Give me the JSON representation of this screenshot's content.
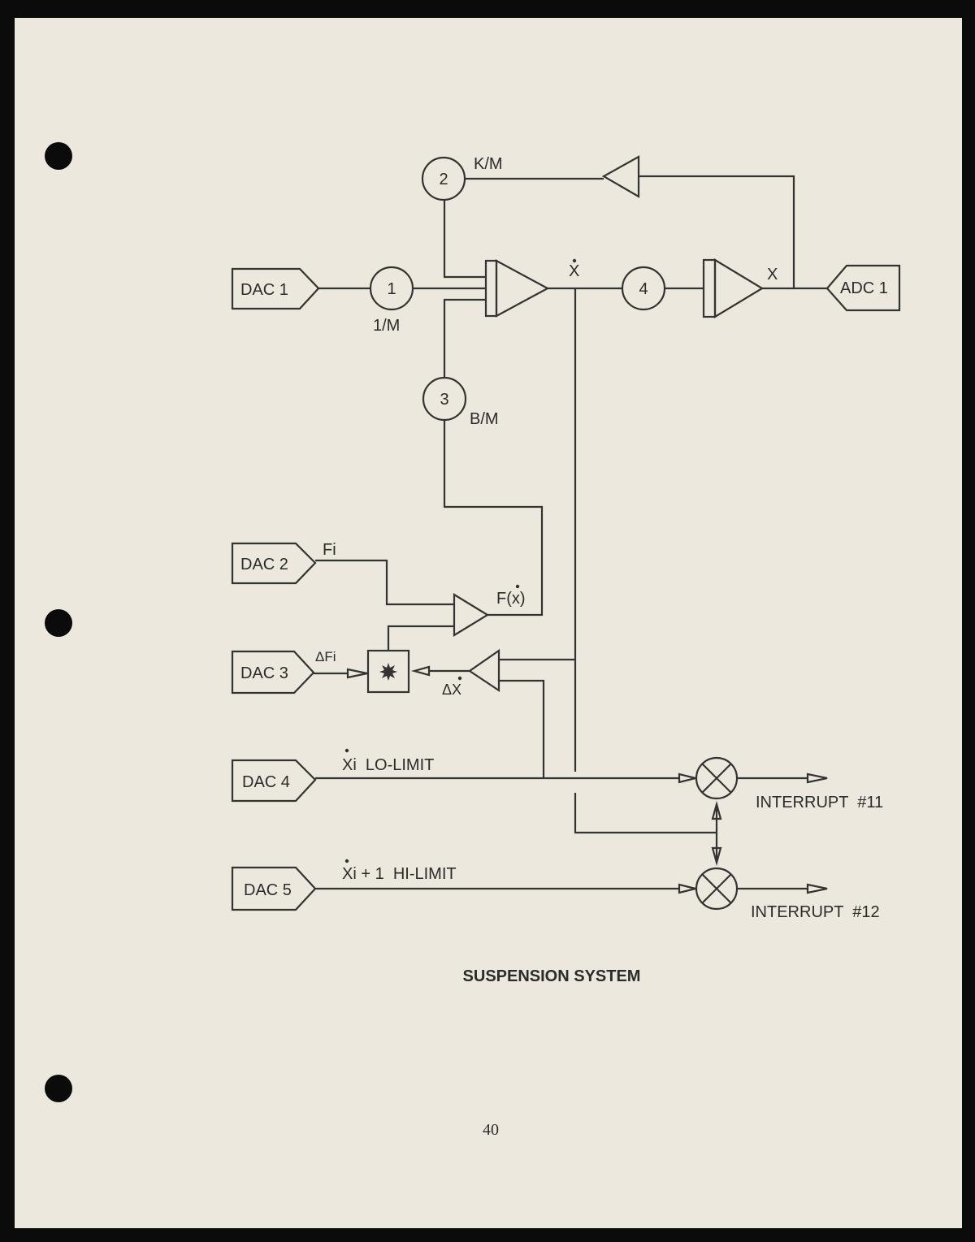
{
  "sources": {
    "dac1": "DAC 1",
    "dac2": "DAC 2",
    "dac3": "DAC 3",
    "dac4": "DAC 4",
    "dac5": "DAC 5",
    "adc1": "ADC 1"
  },
  "potentiometers": {
    "p1": "1",
    "p2": "2",
    "p3": "3",
    "p4": "4"
  },
  "coefficients": {
    "one_over_m": "1/M",
    "k_over_m": "K/M",
    "b_over_m": "B/M"
  },
  "signals": {
    "x_dot": "X",
    "x": "X",
    "fi": "Fi",
    "delta_fi": "ΔFi",
    "f_x_dot": "F(x)",
    "delta_x_dot": "ΔX",
    "lo_limit": "Xi  LO-LIMIT",
    "hi_limit": "Xi + 1  HI-LIMIT"
  },
  "outputs": {
    "interrupt11": "INTERRUPT  #11",
    "interrupt12": "INTERRUPT  #12"
  },
  "title": "SUSPENSION SYSTEM",
  "page_number": "40"
}
